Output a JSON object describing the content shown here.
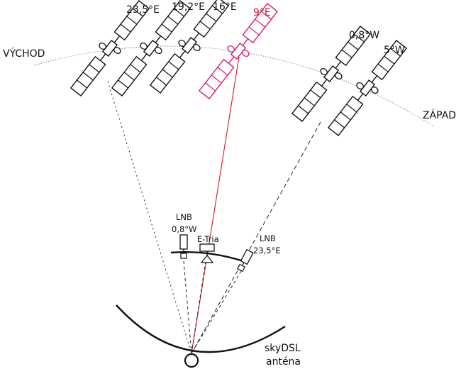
{
  "directions": {
    "east": "VÝCHOD",
    "west": "ZÁPAD"
  },
  "satellites": [
    {
      "id": "sat-23-5e",
      "label": "23,5°E",
      "color": "#111111"
    },
    {
      "id": "sat-19-2e",
      "label": "19,2°E",
      "color": "#111111"
    },
    {
      "id": "sat-16e",
      "label": "16°E",
      "color": "#111111"
    },
    {
      "id": "sat-9e",
      "label": "9°E",
      "color": "#d4197a",
      "label_color": "#d11a2a"
    },
    {
      "id": "sat-0-8w",
      "label": "0,8°W",
      "color": "#111111"
    },
    {
      "id": "sat-5w",
      "label": "5°W",
      "color": "#111111"
    }
  ],
  "lnbs": [
    {
      "id": "lnb-0-8w",
      "line1": "LNB",
      "line2": "0,8°W"
    },
    {
      "id": "lnb-etria",
      "line1": "E-Tria"
    },
    {
      "id": "lnb-23-5e",
      "line1": "LNB",
      "line2": "23,5°E"
    }
  ],
  "antenna": {
    "line1": "skyDSL",
    "line2": "anténa"
  },
  "colors": {
    "ink": "#111111",
    "highlight": "#d4197a",
    "signal": "#d11a2a"
  }
}
